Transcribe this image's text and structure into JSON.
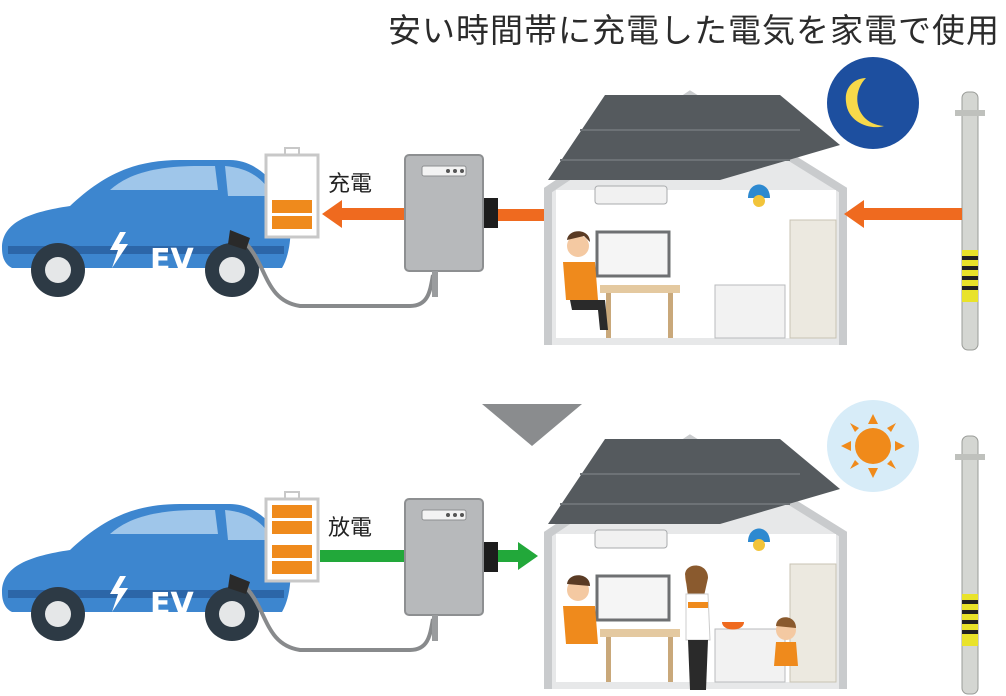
{
  "title": "安い時間帯に充電した電気を家電で使用",
  "labels": {
    "charge": "充電",
    "discharge": "放電",
    "ev": "EV"
  },
  "colors": {
    "car_body": "#3d86cf",
    "car_dark": "#2c66a8",
    "charge_arrow": "#ef6a1f",
    "discharge_arrow": "#22a83a",
    "battery_fill": "#ef8a1c",
    "night_sky": "#1d4f9f",
    "moon": "#f7d94a",
    "day_sky": "#d7ecf8",
    "sun": "#f08a1a",
    "roof": "#555a5e",
    "house_wall": "#c9cbcd",
    "pole": "#d4d6d2",
    "down_triangle": "#8a8c8e"
  },
  "icons": [
    "moon-icon",
    "sun-icon",
    "lightning-icon",
    "lamp-icon"
  ]
}
